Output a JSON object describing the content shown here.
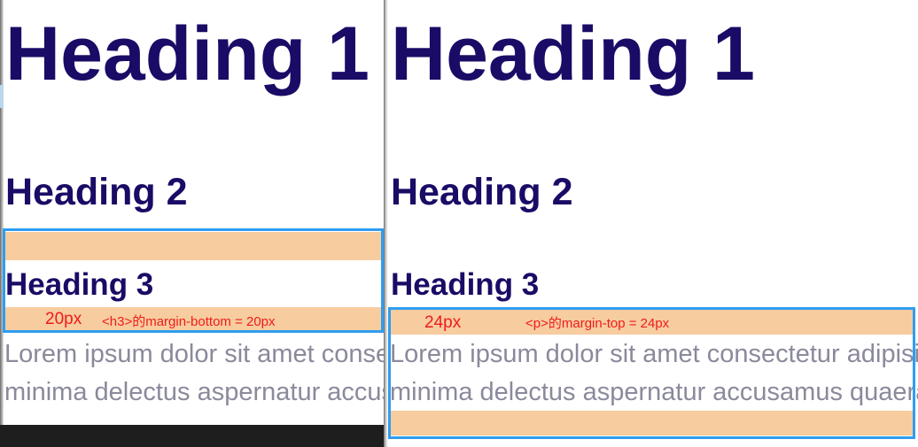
{
  "left": {
    "h1": "Heading 1",
    "h2": "Heading 2",
    "h3": "Heading 3",
    "para_line1": "Lorem ipsum dolor sit amet consectetur adipisicing elit.",
    "para_line2": "minima delectus aspernatur accusamus quaerat.",
    "annotation_value": "20px",
    "annotation_text": "<h3>的margin-bottom = 20px"
  },
  "right": {
    "h1": "Heading 1",
    "h2": "Heading 2",
    "h3": "Heading 3",
    "para_line1": "Lorem ipsum dolor sit amet consectetur adipisicing elit.",
    "para_line2": "minima delectus aspernatur accusamus quaerat.",
    "annotation_value": "24px",
    "annotation_text": "<p>的margin-top = 24px"
  },
  "colors": {
    "heading": "#1a0b66",
    "paragraph": "#8a8a9c",
    "margin_highlight": "#f7cc9e",
    "box_border": "#2f9df0",
    "annotation": "#ee1c1c"
  }
}
